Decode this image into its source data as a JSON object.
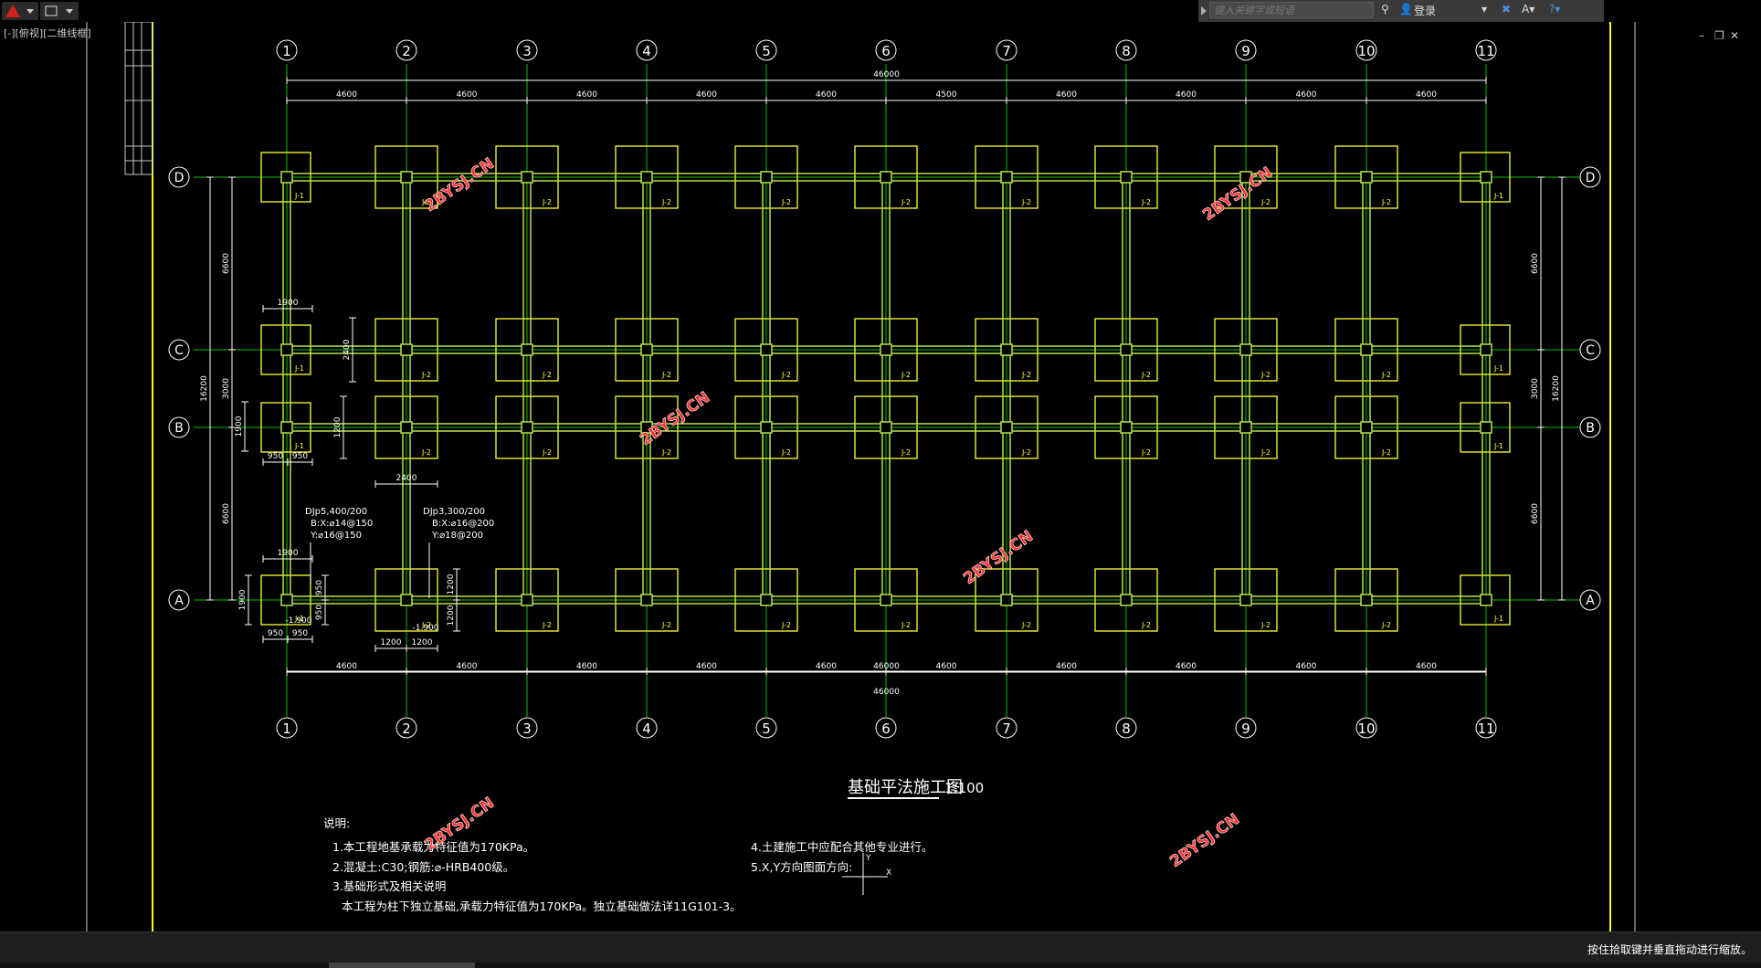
{
  "app": {
    "viewport_label": "[-][俯视][二维线框]",
    "search_placeholder": "键入关键字或短语",
    "login_label": "登录",
    "status_text": "按住拾取键并垂直拖动进行缩放。",
    "window_controls": [
      "–",
      "❐",
      "✕"
    ]
  },
  "drawing": {
    "title": "基础平法施工图",
    "scale": "1:100",
    "columns": [
      "1",
      "2",
      "3",
      "4",
      "5",
      "6",
      "7",
      "8",
      "9",
      "10",
      "11"
    ],
    "rows": [
      "D",
      "C",
      "B",
      "A"
    ],
    "top_total": "46000",
    "bottom_total": "46000",
    "bay_dims": [
      "4600",
      "4600",
      "4600",
      "4600",
      "4600",
      "4500",
      "4600",
      "4600",
      "4600",
      "4600"
    ],
    "bay_dims_bottom": [
      "4600",
      "4600",
      "4600",
      "4600",
      "4600",
      "4600",
      "4600",
      "4600",
      "4600",
      "4600"
    ],
    "left_dims": [
      "6600",
      "3000",
      "6600"
    ],
    "left_total": "16200",
    "right_dims": [
      "6600",
      "3000",
      "6600"
    ],
    "right_total": "16200",
    "detail_dims": {
      "j1_width_top": "1900",
      "j1_width_bottom": "1900",
      "j1_half_l": "950",
      "j1_half_r": "950",
      "j1_half_l2": "950",
      "j1_half_r2": "950",
      "j1_height": "1900",
      "j1_height_b": "1900",
      "j1_sub_1": "950",
      "j1_sub_2": "950",
      "j2_w": "2400",
      "j2_half_l": "1200",
      "j2_half_r": "1200",
      "j2_h1": "1200",
      "j2_h2": "1200",
      "j2_v1": "2400",
      "j2_v2": "1200",
      "j2_v3": "1200"
    },
    "footing_j1_label": "J-1",
    "footing_j2_label": "J-2",
    "j1_elev": "-1.900",
    "j2_elev": "-1.900",
    "j1_note": [
      "DJp5,400/200",
      "B:X:⌀14@150",
      "Y:⌀16@150"
    ],
    "j2_note": [
      "DJp3,300/200",
      "B:X:⌀16@200",
      "Y:⌀18@200"
    ],
    "notes_heading": "说明:",
    "notes": [
      "1.本工程地基承载力特征值为170KPa。",
      "2.混凝土:C30;钢筋:⌀-HRB400级。",
      "3.基础形式及相关说明",
      "本工程为柱下独立基础,承载力特征值为170KPa。独立基础做法详11G101-3。"
    ],
    "notes_right": [
      "4.土建施工中应配合其他专业进行。",
      "5.X,Y方向图面方向:"
    ],
    "axis_y": "Y",
    "axis_x": "X",
    "watermark": "2BYSJ.CN"
  },
  "colors": {
    "background": "#000000",
    "beam": "#b8e04a",
    "axis": "#00c000",
    "footing": "#ffff33",
    "dim": "#ffffff",
    "frame": "#ffff00"
  }
}
